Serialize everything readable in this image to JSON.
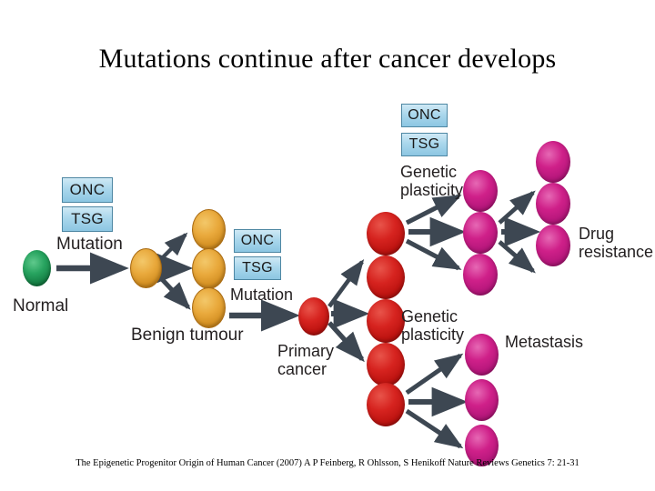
{
  "slide": {
    "title": "Mutations continue after cancer develops",
    "citation": "The Epigenetic Progenitor Origin of Human Cancer (2007) A P Feinberg, R Ohlsson, S Henikoff  Nature Reviews Genetics 7: 21-31",
    "background": "#ffffff"
  },
  "colors": {
    "normal_cell": "#27a35f",
    "benign_cell": "#e9a93c",
    "cancer_cell": "#d6231f",
    "plastic_cell": "#cf2089",
    "gene_box_fill": "#aad7ec",
    "gene_box_border": "#4e87a3",
    "arrow": "#3d4752",
    "text": "#231f20"
  },
  "figure": {
    "gene_boxes": [
      {
        "id": "gb-left",
        "onc": "ONC",
        "tsg": "TSG"
      },
      {
        "id": "gb-mid",
        "onc": "ONC",
        "tsg": "TSG"
      },
      {
        "id": "gb-right",
        "onc": "ONC",
        "tsg": "TSG"
      }
    ],
    "labels": {
      "normal": "Normal",
      "mutation_1": "Mutation",
      "benign_tumour": "Benign tumour",
      "mutation_2": "Mutation",
      "primary_cancer": "Primary\ncancer",
      "genetic_plasticity_top": "Genetic\nplasticity",
      "genetic_plasticity_bottom": "Genetic\nplasticity",
      "drug_resistance": "Drug\nresistance",
      "metastasis": "Metastasis"
    },
    "stages": [
      {
        "name": "normal",
        "cell_color": "green",
        "count": 1,
        "label": "Normal"
      },
      {
        "name": "benign-progenitor",
        "cell_color": "orange",
        "count": 1,
        "label": "Benign tumour"
      },
      {
        "name": "benign-clones",
        "cell_color": "orange",
        "count": 3,
        "label": "Benign tumour"
      },
      {
        "name": "primary-cancer",
        "cell_color": "red",
        "count": 1,
        "label": "Primary cancer"
      },
      {
        "name": "cancer-clones",
        "cell_color": "red",
        "count": 5,
        "label": ""
      },
      {
        "name": "plastic-clones-top",
        "cell_color": "magenta",
        "count": 3,
        "label": "Genetic plasticity"
      },
      {
        "name": "drug-resistant",
        "cell_color": "magenta",
        "count": 3,
        "label": "Drug resistance"
      },
      {
        "name": "metastatic",
        "cell_color": "magenta",
        "count": 3,
        "label": "Metastasis"
      }
    ]
  }
}
